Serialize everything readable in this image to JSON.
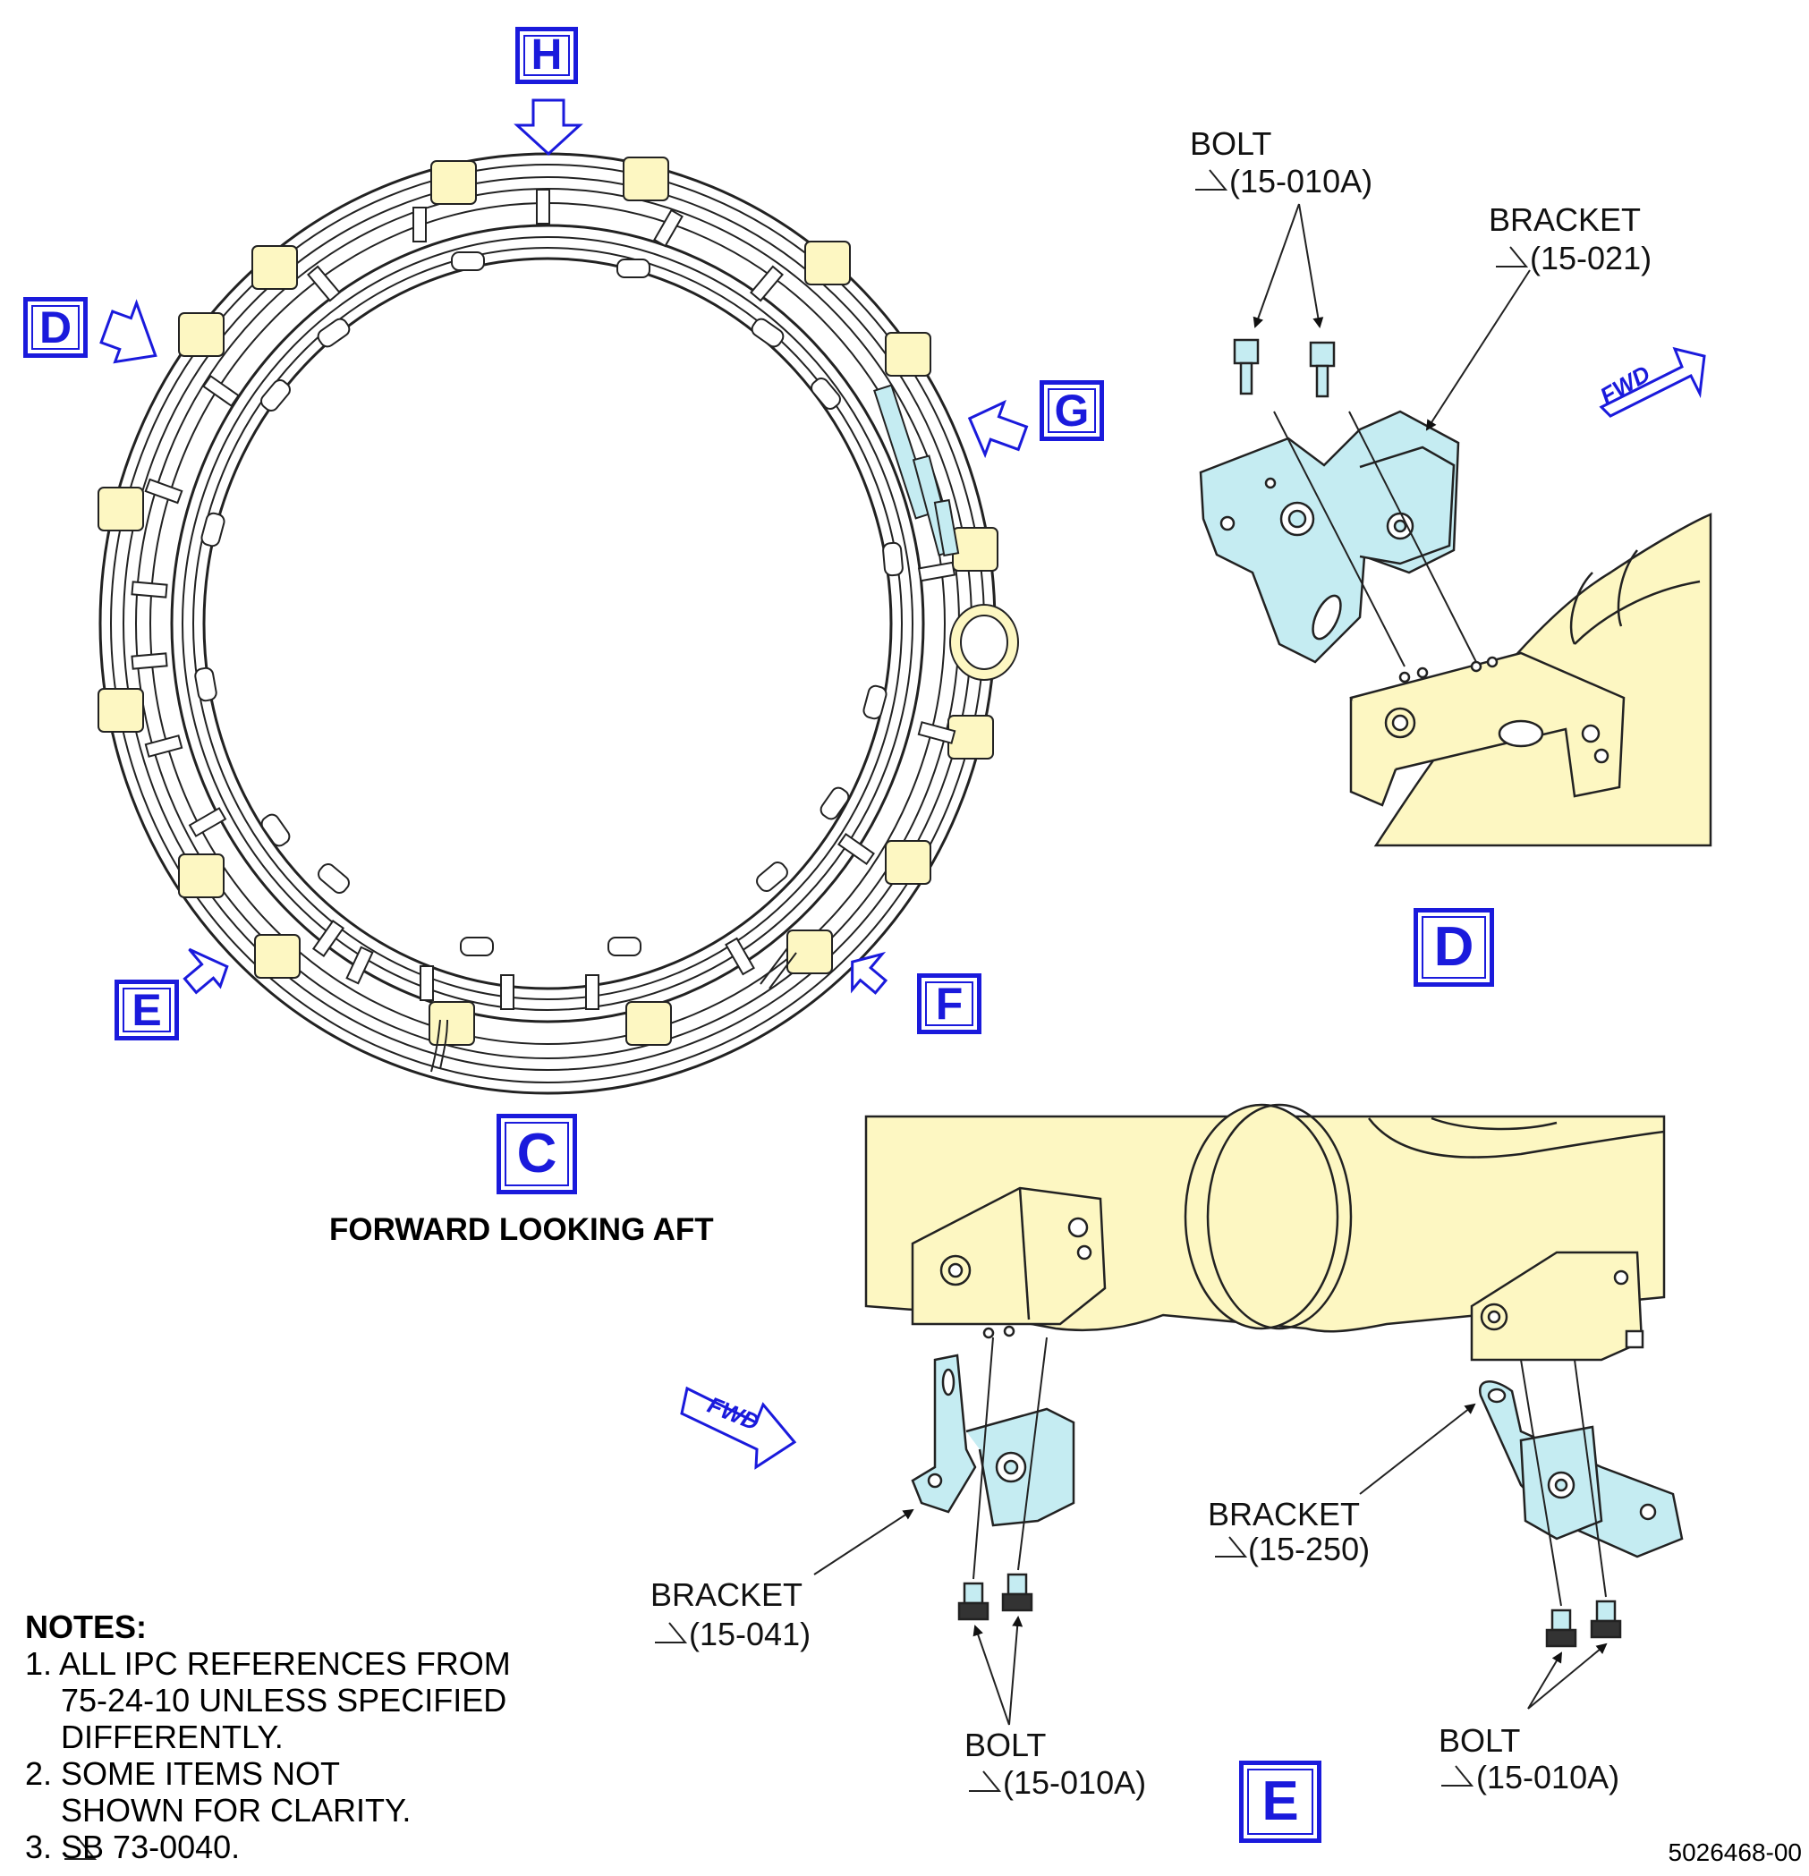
{
  "view_labels": {
    "h": "H",
    "d_arrow": "D",
    "g": "G",
    "e_arrow": "E",
    "f": "F",
    "c": "C",
    "d_detail": "D",
    "e_detail": "E"
  },
  "captions": {
    "view_c": "FORWARD LOOKING AFT"
  },
  "fwd": {
    "d": "FWD",
    "e": "FWD"
  },
  "callouts": {
    "d_bolt": {
      "name": "BOLT",
      "ref": "(15-010A)"
    },
    "d_bracket": {
      "name": "BRACKET",
      "ref": "(15-021)"
    },
    "e_bracket_left": {
      "name": "BRACKET",
      "ref": "(15-041)"
    },
    "e_bolt_left": {
      "name": "BOLT",
      "ref": "(15-010A)"
    },
    "e_bracket_right": {
      "name": "BRACKET",
      "ref": "(15-250)"
    },
    "e_bolt_right": {
      "name": "BOLT",
      "ref": "(15-010A)"
    }
  },
  "notes": {
    "title": "NOTES:",
    "n1_a": "1. ALL IPC REFERENCES FROM",
    "n1_b": "75-24-10 UNLESS SPECIFIED",
    "n1_c": "DIFFERENTLY.",
    "n2_a": "2. SOME ITEMS NOT",
    "n2_b": "SHOWN FOR CLARITY.",
    "n3": "3. SB 73-0040."
  },
  "doc_number": "5026468-00",
  "colors": {
    "label_blue": "#1a1adc",
    "part_yellow": "#fdf7c2",
    "bracket_blue": "#c5ecf2",
    "line": "#111111"
  }
}
